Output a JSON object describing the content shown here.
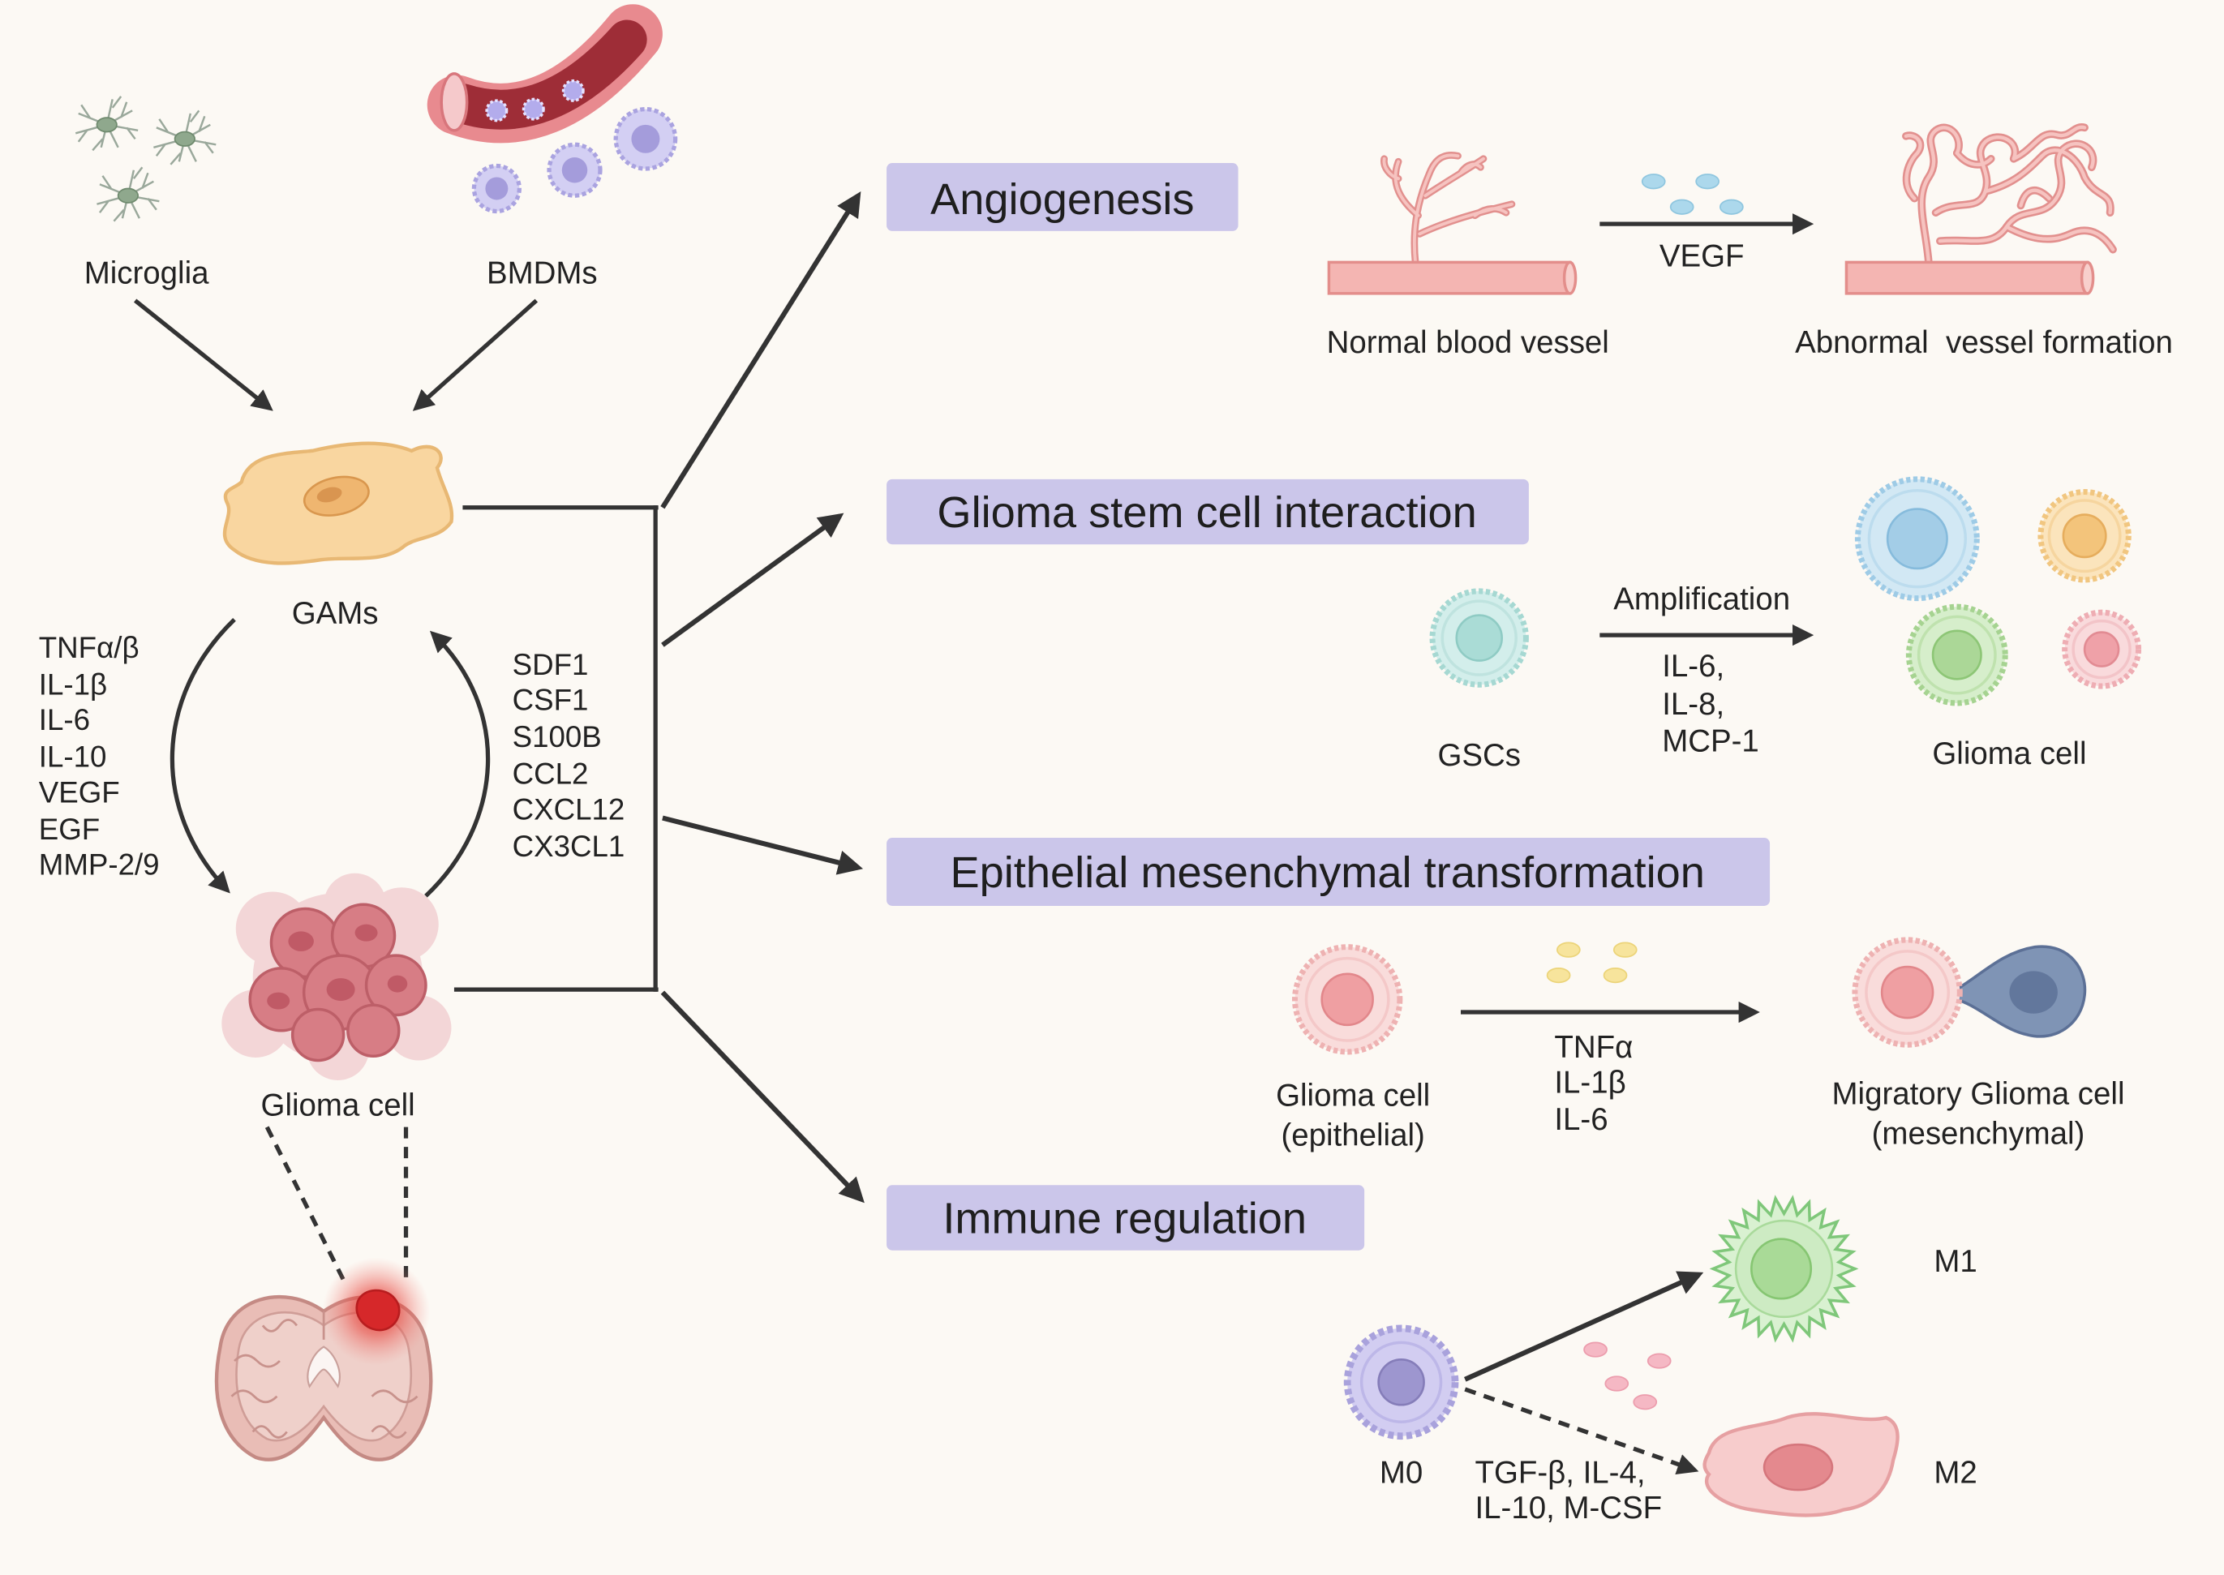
{
  "source_cells": {
    "microglia_label": "Microglia",
    "bmdm_label": "BMDMs"
  },
  "gams": {
    "label": "GAMs"
  },
  "glioma": {
    "label": "Glioma cell"
  },
  "gam_to_glioma_factors": [
    "TNFα/β",
    "IL-1β",
    "IL-6",
    "IL-10",
    "VEGF",
    "EGF",
    "MMP-2/9"
  ],
  "glioma_to_gam_factors": [
    "SDF1",
    "CSF1",
    "S100B",
    "CCL2",
    "CXCL12",
    "CX3CL1"
  ],
  "panels": {
    "angiogenesis": {
      "title": "Angiogenesis",
      "left_label": "Normal blood vessel",
      "factor": "VEGF",
      "right_label": "Abnormal  vessel formation"
    },
    "gsc": {
      "title": "Glioma stem cell interaction",
      "left_label": "GSCs",
      "arrow_label": "Amplification",
      "factors": [
        "IL-6,",
        "IL-8,",
        "MCP-1"
      ],
      "right_label": "Glioma cell"
    },
    "emt": {
      "title": "Epithelial mesenchymal transformation",
      "left_label": [
        "Glioma cell",
        "(epithelial)"
      ],
      "factors": [
        "TNFα",
        "IL-1β",
        "IL-6"
      ],
      "right_label": [
        "Migratory Glioma cell",
        "(mesenchymal)"
      ]
    },
    "immune": {
      "title": "Immune regulation",
      "m0_label": "M0",
      "m1_label": "M1",
      "m2_label": "M2",
      "factors": [
        "TGF-β, IL-4,",
        "IL-10, M-CSF"
      ]
    }
  },
  "colors": {
    "background": "#fcf9f4",
    "title_box": "#cbc6ea",
    "arrow": "#333333"
  }
}
